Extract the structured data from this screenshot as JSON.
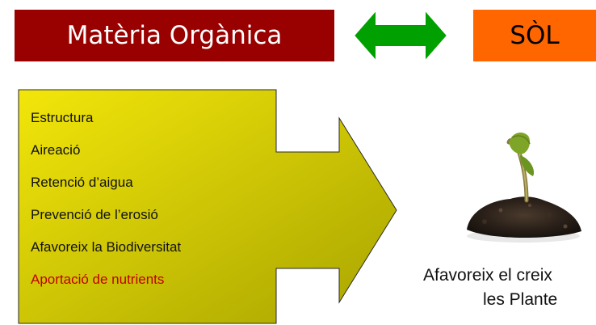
{
  "header": {
    "left_title": "Matèria Orgànica",
    "right_title": "SÒL"
  },
  "colors": {
    "left_title_bg": "#990000",
    "right_title_bg": "#ff6600",
    "double_arrow": "#00a000",
    "big_arrow_gradient_start": "#f2e60a",
    "big_arrow_gradient_end": "#a8a400",
    "highlight_text": "#c00000"
  },
  "icons": {
    "double_arrow": "double-headed-arrow-icon",
    "big_arrow": "right-arrow-shape",
    "plant": "seedling-in-soil-icon"
  },
  "benefits": [
    "Estructura",
    "Aireació",
    "Retenció d’aigua",
    "Prevenció de l’erosió",
    "Afavoreix la Biodiversitat",
    "Aportació de nutrients"
  ],
  "caption": {
    "line1": "Afavoreix el creix",
    "line2": "les Plante"
  }
}
